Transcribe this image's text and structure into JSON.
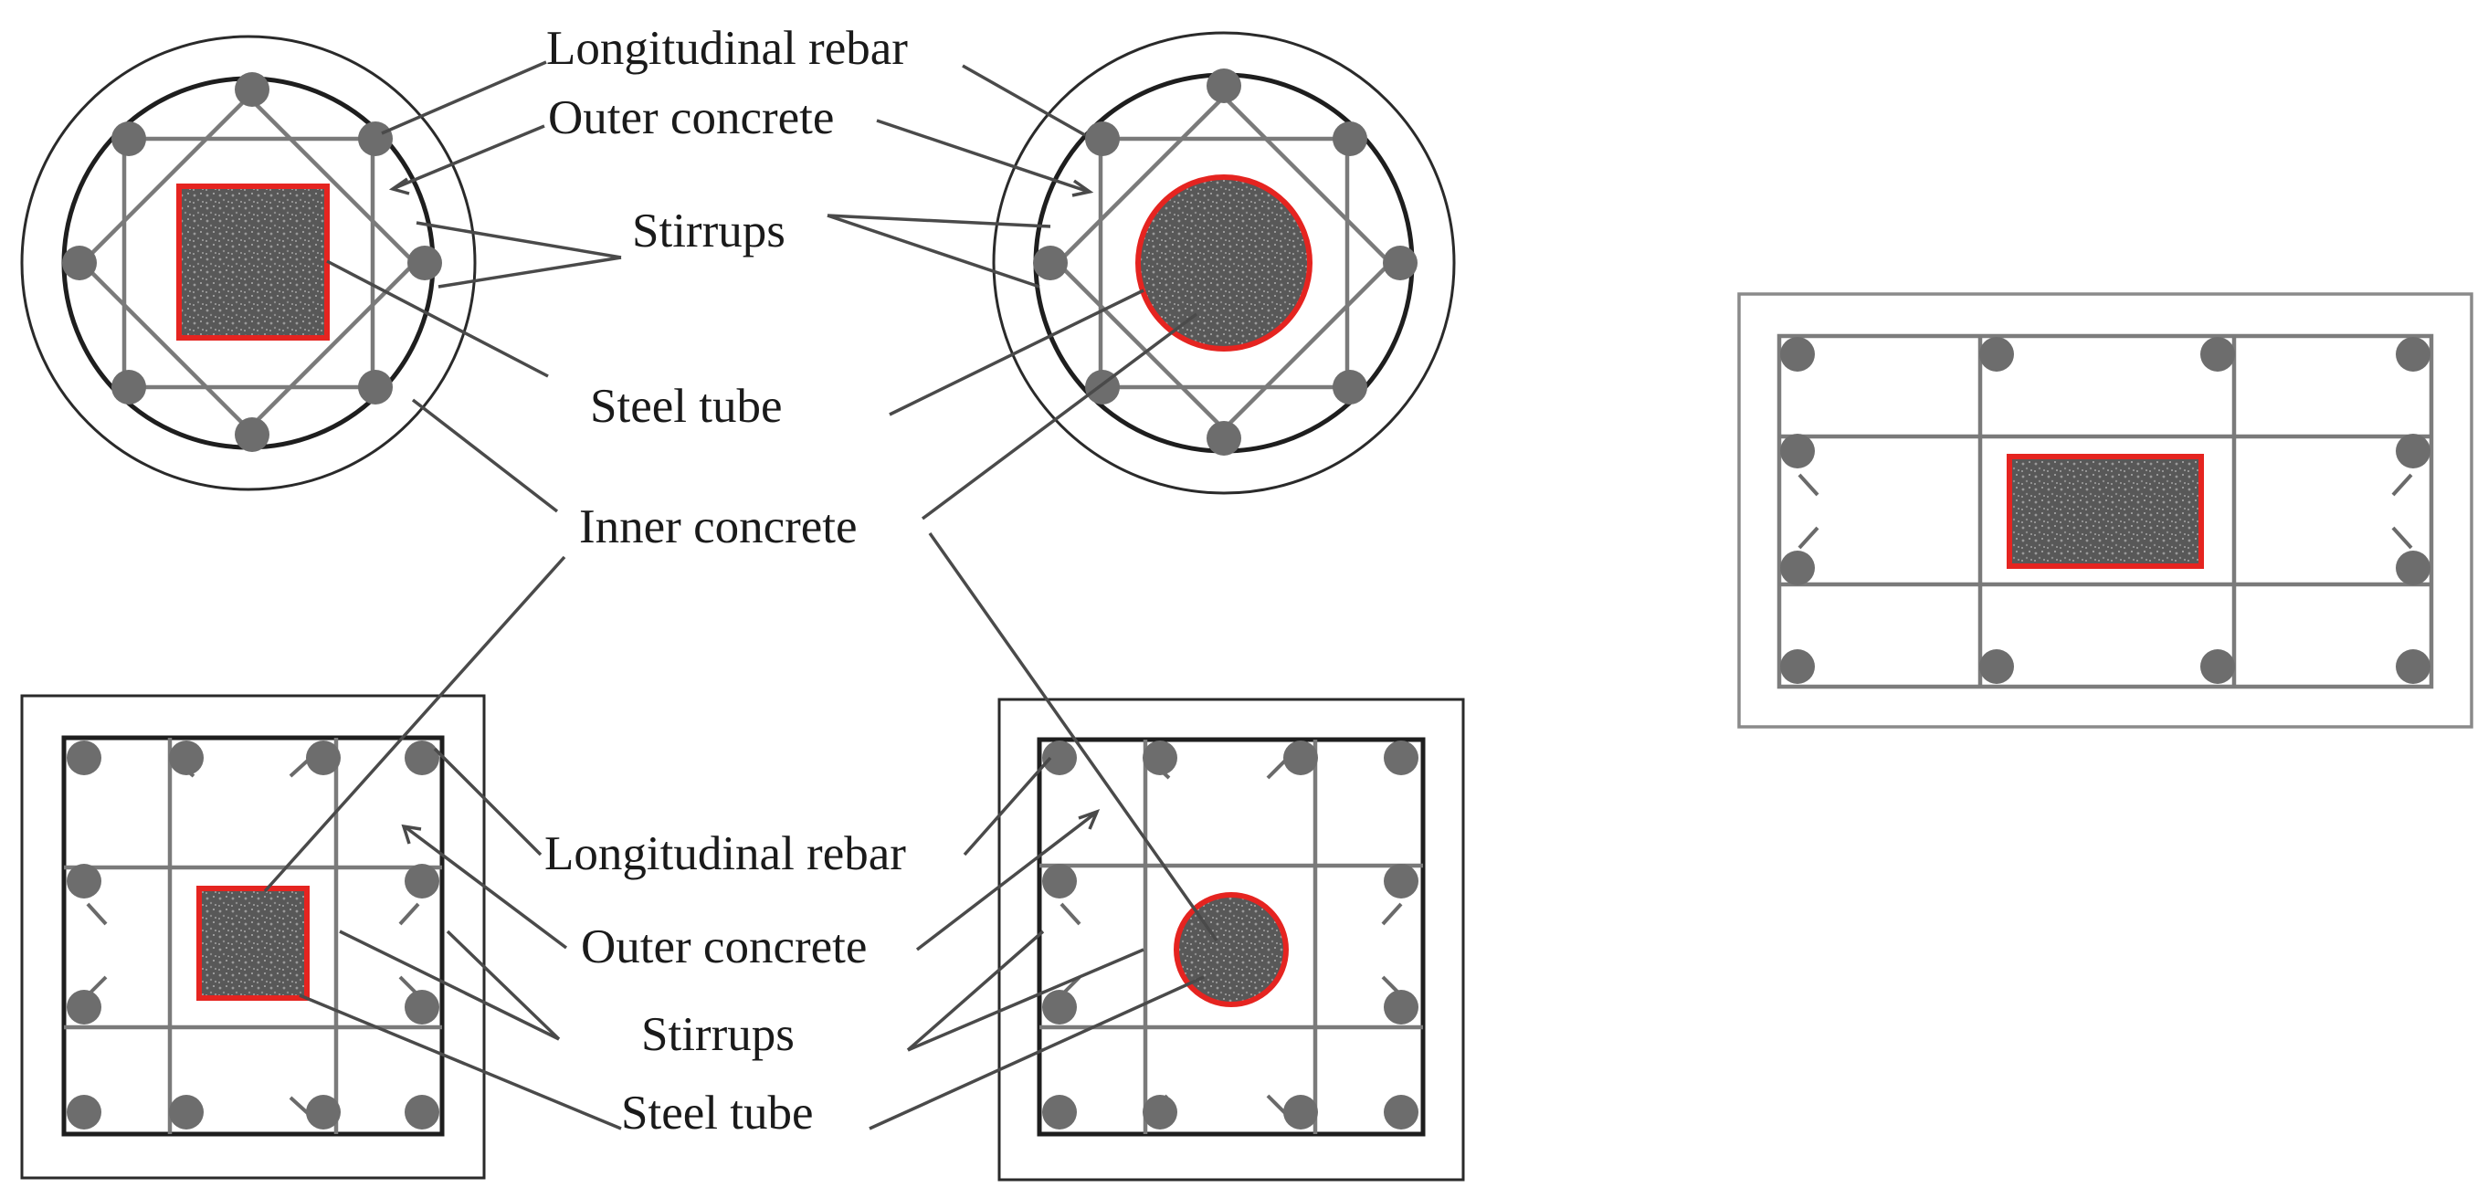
{
  "labels": {
    "longitudinal_rebar": "Longitudinal rebar",
    "outer_concrete": "Outer concrete",
    "stirrups": "Stirrups",
    "steel_tube": "Steel tube",
    "inner_concrete": "Inner concrete"
  },
  "colors": {
    "steel_tube_outline": "#e52420",
    "inner_concrete_fill": "#555555",
    "rebar": "#6d6d6d",
    "stirrup": "#7a7a7a",
    "section_outline": "#1e1e1e"
  },
  "sections": [
    {
      "id": "circular-column-square-tube",
      "outer": "circle",
      "tube": "square"
    },
    {
      "id": "circular-column-circular-tube",
      "outer": "circle",
      "tube": "circle"
    },
    {
      "id": "square-column-square-tube",
      "outer": "square",
      "tube": "square"
    },
    {
      "id": "square-column-circular-tube",
      "outer": "square",
      "tube": "circle"
    },
    {
      "id": "rectangular-column-rectangular-tube",
      "outer": "rectangle",
      "tube": "rectangle"
    }
  ]
}
